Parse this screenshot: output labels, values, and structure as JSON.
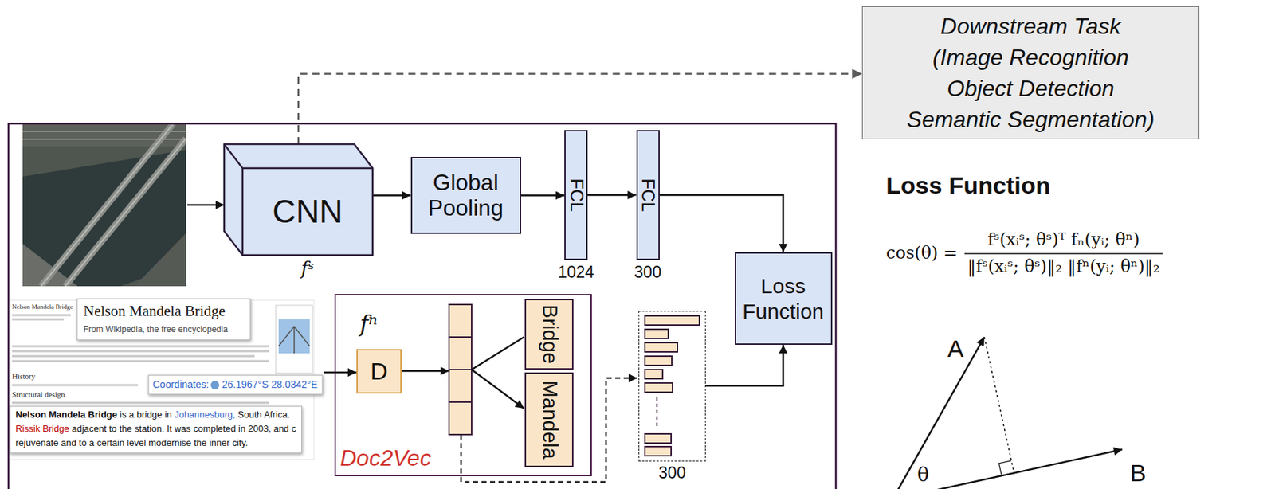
{
  "diagram": {
    "nodes": [
      {
        "text": [
          "Downstream Task (Image Recognition Object Detection Semantic Segmentation)"
        ]
      },
      {
        "text": [
          "CNN",
          "fˢ"
        ]
      },
      {
        "text": [
          "Global Pooling"
        ]
      },
      {
        "text": [
          "FCL",
          "1024"
        ]
      },
      {
        "text": [
          "FCL",
          "300"
        ]
      },
      {
        "text": [
          "Loss Function"
        ]
      },
      {
        "text": [
          "fⁿ",
          "Doc2Vec"
        ]
      },
      {
        "text": [
          "D"
        ],
        "in": 6
      },
      {
        "text": [
          "Bridge"
        ],
        "in": 6
      },
      {
        "text": [
          "Mandela"
        ],
        "in": 6
      },
      {
        "text": [
          "300"
        ]
      }
    ],
    "edges": [
      {
        "from": 1,
        "to": 2,
        "arrow": "to"
      },
      {
        "from": 2,
        "to": 3,
        "arrow": "to"
      },
      {
        "from": 3,
        "to": 4,
        "arrow": "to"
      },
      {
        "from": 4,
        "to": 5,
        "arrow": "to"
      },
      {
        "from": 1,
        "to": 0,
        "arrow": "to"
      },
      {
        "from": 10,
        "to": 5,
        "arrow": "to"
      }
    ],
    "labels": [
      "Nelson Mandela Bridge",
      "History",
      "Structural design",
      "Nelson Mandela Bridge",
      "From Wikipedia, the free encyclopedia",
      "Coordinates:",
      "26.1967°S 28.0342°E",
      "Nelson Mandela Bridge",
      "is a bridge in",
      "Johannesburg,",
      "South Africa.",
      "Rissik Bridge",
      "adjacent to the station. It was completed in 2003, and c",
      "rejuvenate and to a certain level modernise the inner city.",
      "Loss Function",
      "cos(θ) =",
      "fˢ(xᵢˢ; θˢ)ᵀ fₙ(yᵢ; θⁿ)",
      "‖fˢ(xᵢˢ; θˢ)‖₂ ‖fⁿ(yᵢ; θⁿ)‖₂",
      "A",
      "B",
      "θ"
    ]
  }
}
